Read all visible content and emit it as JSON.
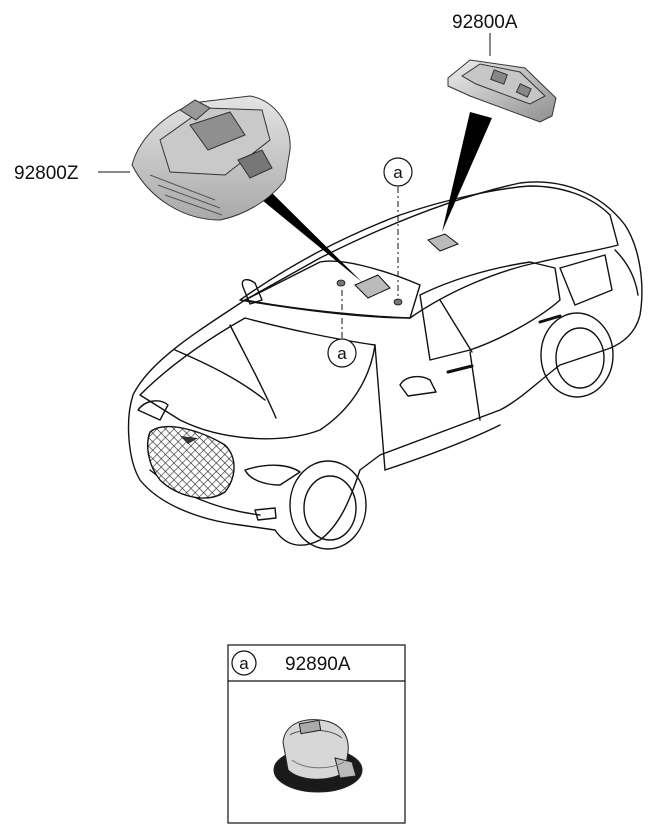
{
  "parts": {
    "overhead_console": {
      "part_number": "92800Z"
    },
    "room_lamp": {
      "part_number": "92800A"
    }
  },
  "callout_letter": "a",
  "legend_box": {
    "letter": "a",
    "part_number": "92890A"
  }
}
